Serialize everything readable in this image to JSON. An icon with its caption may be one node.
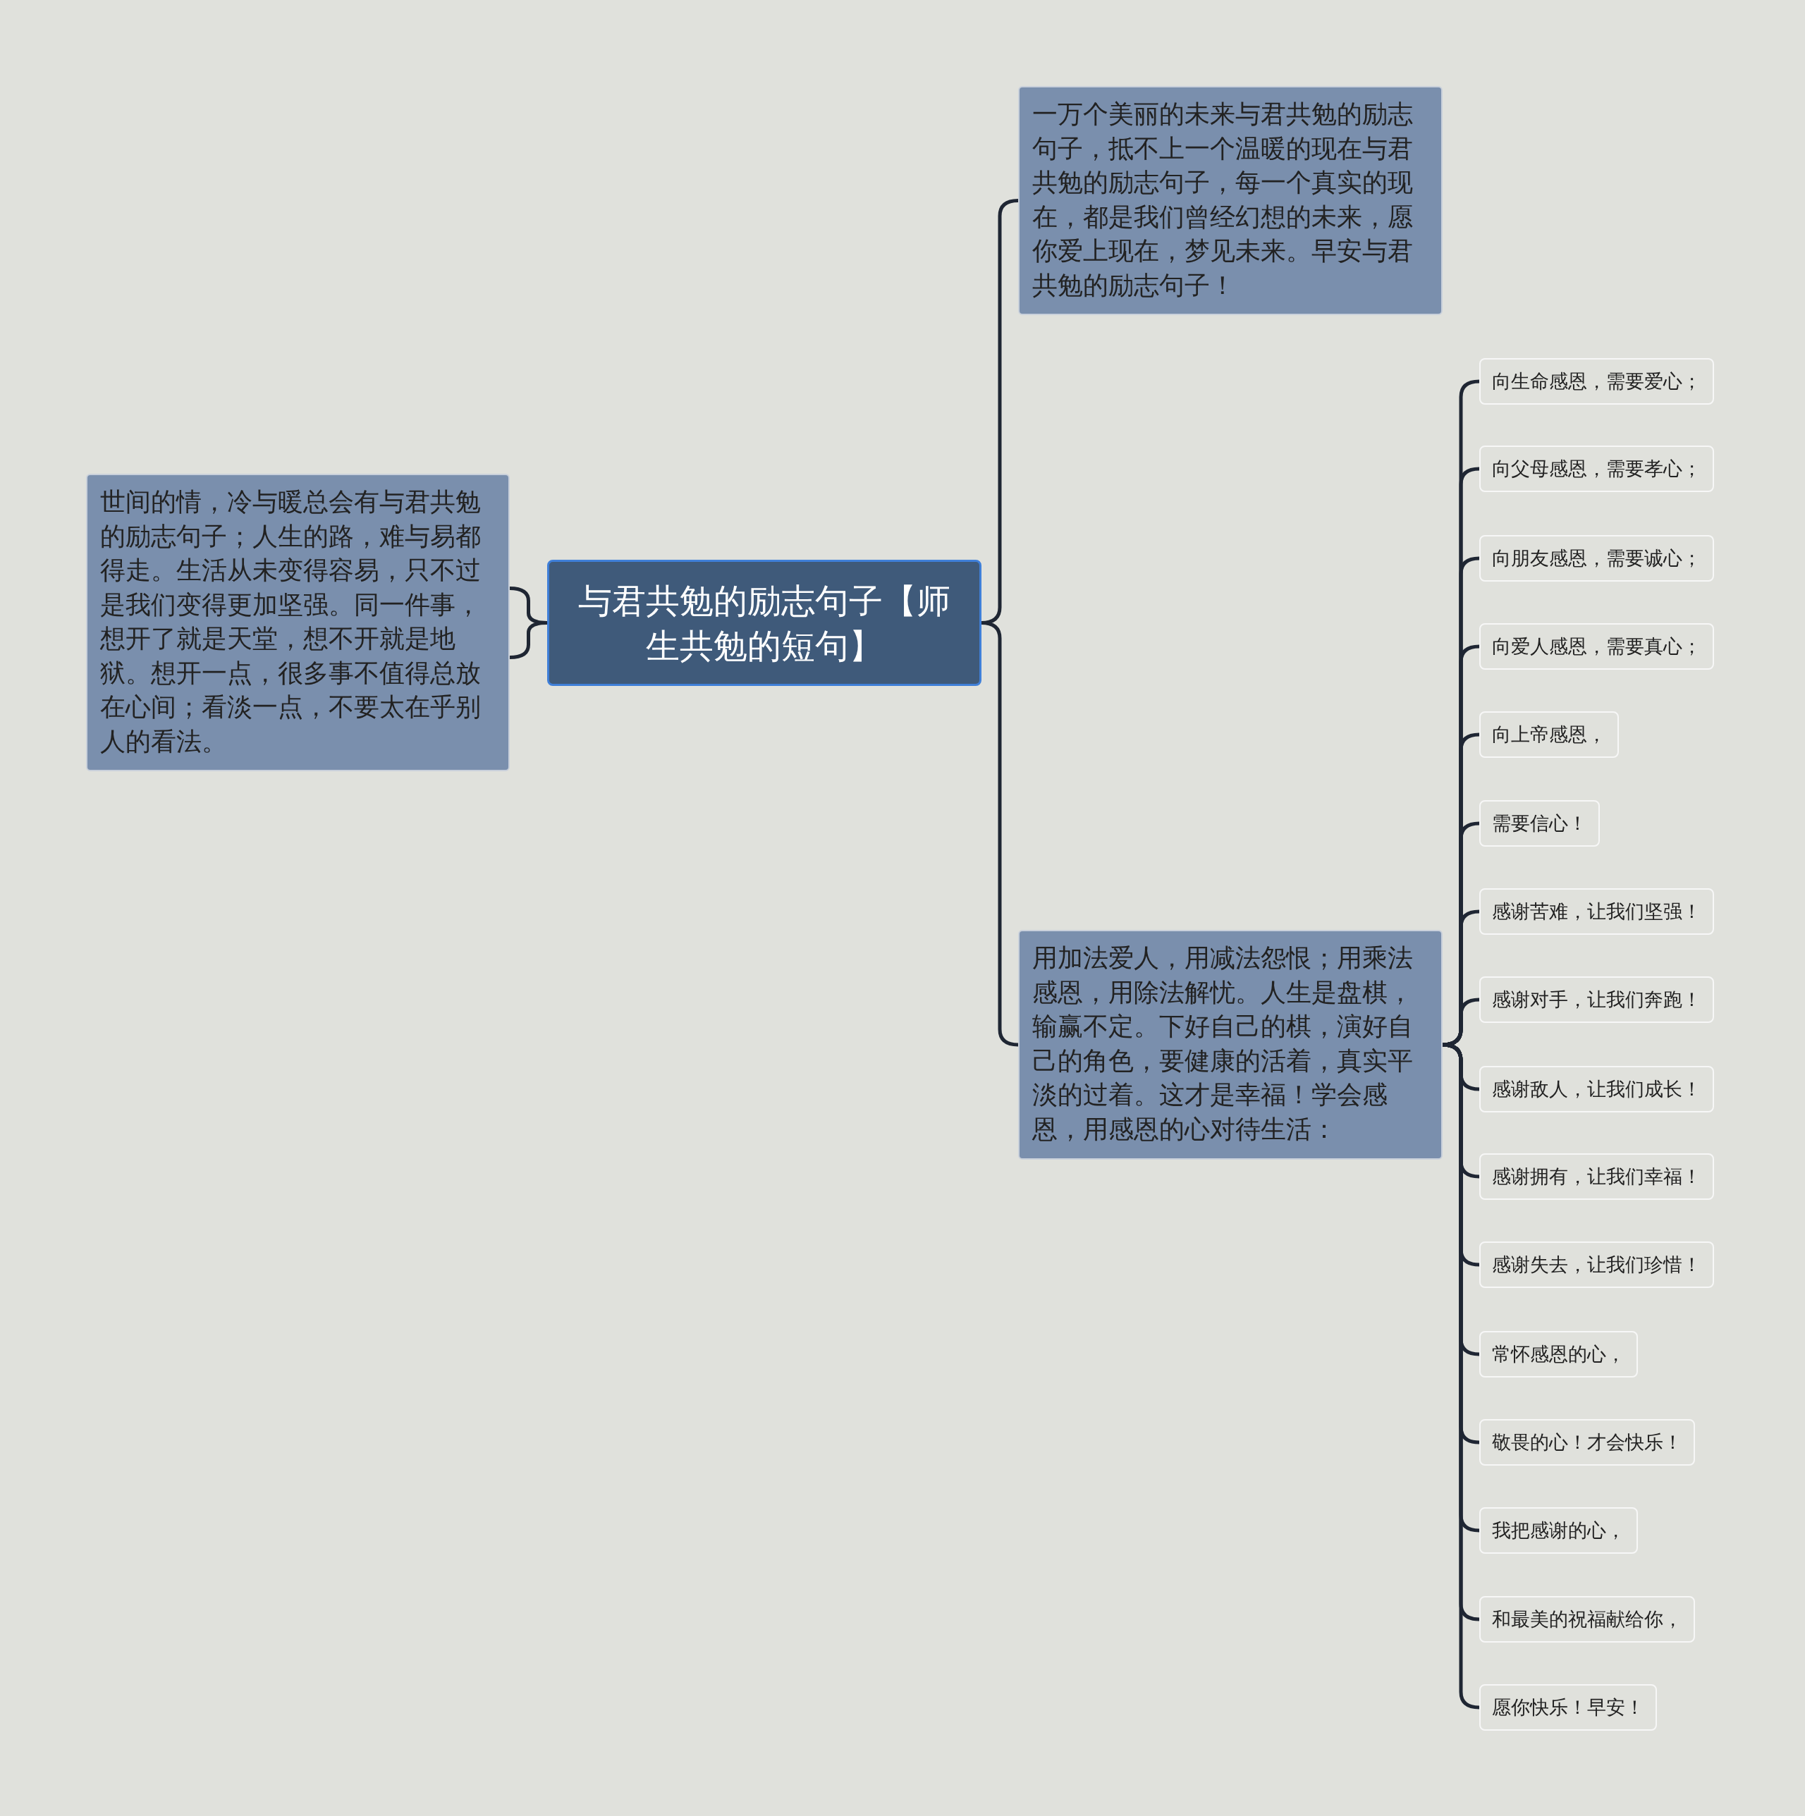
{
  "diagram": {
    "nodes": [
      {
        "text": [
          "与君共勉的励志句子【师生共勉的短句】"
        ]
      },
      {
        "text": [
          "世间的情，冷与暖总会有与君共勉的励志句子；人生的路，难与易都得走。生活从未变得容易，只不过是我们变得更加坚强。同一件事，想开了就是天堂，想不开就是地狱。想开一点，很多事不值得总放在心间；看淡一点，不要太在乎别人的看法。"
        ]
      },
      {
        "text": [
          "一万个美丽的未来与君共勉的励志句子，抵不上一个温暖的现在与君共勉的励志句子，每一个真实的现在，都是我们曾经幻想的未来，愿你爱上现在，梦见未来。早安与君共勉的励志句子！"
        ]
      },
      {
        "text": [
          "用加法爱人，用减法怨恨；用乘法感恩，用除法解忧。人生是盘棋，输赢不定。下好自己的棋，演好自己的角色，要健康的活着，真实平淡的过着。这才是幸福！学会感恩，用感恩的心对待生活："
        ]
      },
      {
        "text": [
          "向生命感恩，需要爱心；"
        ]
      },
      {
        "text": [
          "向父母感恩，需要孝心；"
        ]
      },
      {
        "text": [
          "向朋友感恩，需要诚心；"
        ]
      },
      {
        "text": [
          "向爱人感恩，需要真心；"
        ]
      },
      {
        "text": [
          "向上帝感恩，"
        ]
      },
      {
        "text": [
          "需要信心！"
        ]
      },
      {
        "text": [
          "感谢苦难，让我们坚强！"
        ]
      },
      {
        "text": [
          "感谢对手，让我们奔跑！"
        ]
      },
      {
        "text": [
          "感谢敌人，让我们成长！"
        ]
      },
      {
        "text": [
          "感谢拥有，让我们幸福！"
        ]
      },
      {
        "text": [
          "感谢失去，让我们珍惜！"
        ]
      },
      {
        "text": [
          "常怀感恩的心，"
        ]
      },
      {
        "text": [
          "敬畏的心！才会快乐！"
        ]
      },
      {
        "text": [
          "我把感谢的心，"
        ]
      },
      {
        "text": [
          "和最美的祝福献给你，"
        ]
      },
      {
        "text": [
          "愿你快乐！早安！"
        ]
      }
    ],
    "edges": [
      {
        "from": 0,
        "to": 1,
        "arrow": "none"
      },
      {
        "from": 0,
        "to": 2,
        "arrow": "none"
      },
      {
        "from": 0,
        "to": 3,
        "arrow": "none"
      },
      {
        "from": 3,
        "to": 4,
        "arrow": "none"
      },
      {
        "from": 3,
        "to": 5,
        "arrow": "none"
      },
      {
        "from": 3,
        "to": 6,
        "arrow": "none"
      },
      {
        "from": 3,
        "to": 7,
        "arrow": "none"
      },
      {
        "from": 3,
        "to": 8,
        "arrow": "none"
      },
      {
        "from": 3,
        "to": 9,
        "arrow": "none"
      },
      {
        "from": 3,
        "to": 10,
        "arrow": "none"
      },
      {
        "from": 3,
        "to": 11,
        "arrow": "none"
      },
      {
        "from": 3,
        "to": 12,
        "arrow": "none"
      },
      {
        "from": 3,
        "to": 13,
        "arrow": "none"
      },
      {
        "from": 3,
        "to": 14,
        "arrow": "none"
      },
      {
        "from": 3,
        "to": 15,
        "arrow": "none"
      },
      {
        "from": 3,
        "to": 16,
        "arrow": "none"
      },
      {
        "from": 3,
        "to": 17,
        "arrow": "none"
      },
      {
        "from": 3,
        "to": 18,
        "arrow": "none"
      },
      {
        "from": 3,
        "to": 19,
        "arrow": "none"
      }
    ]
  }
}
